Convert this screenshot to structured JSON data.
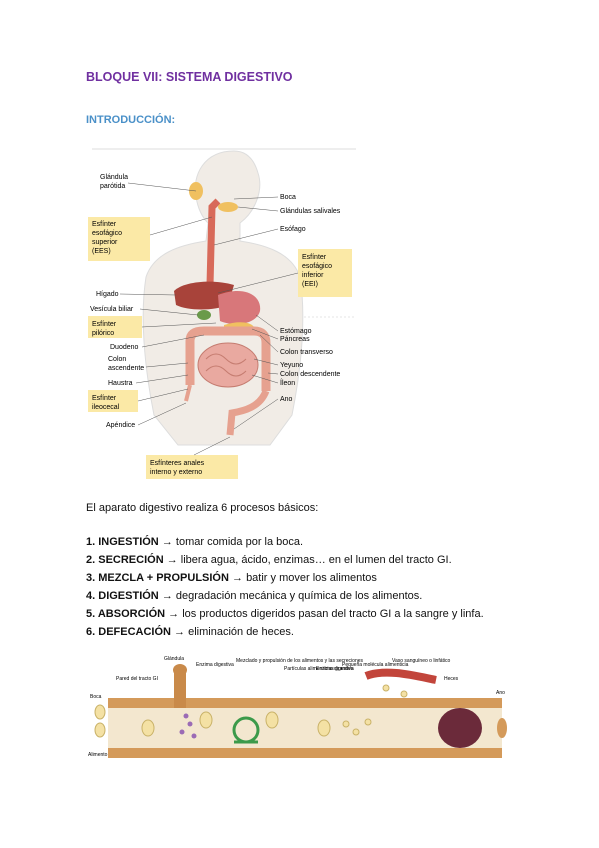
{
  "title": "BLOQUE VII: SISTEMA DIGESTIVO",
  "subtitle": "INTRODUCCIÓN:",
  "figure1": {
    "left_labels": [
      "Glándula parótida",
      "Esfínter esofágico superior (EES)",
      "Hígado",
      "Vesícula biliar",
      "Esfínter pilórico",
      "Duodeno",
      "Colon ascendente",
      "Haustra",
      "Esfínter ileocecal",
      "Apéndice"
    ],
    "right_labels": [
      "Boca",
      "Glándulas salivales",
      "Esófago",
      "Esfínter esofágico inferior (EEI)",
      "Estómago",
      "Páncreas",
      "Colon transverso",
      "Yeyuno",
      "Colon descendente",
      "Íleon",
      "Ano"
    ],
    "bottom_label": "Esfínteres anales interno y externo"
  },
  "intro_text": "El aparato digestivo realiza 6 procesos básicos:",
  "processes": [
    {
      "num": "1.",
      "name": "INGESTIÓN",
      "desc": "tomar comida por la boca."
    },
    {
      "num": "2.",
      "name": "SECRECIÓN",
      "desc": "libera agua, ácido, enzimas… en el lumen del tracto GI."
    },
    {
      "num": "3.",
      "name": "MEZCLA + PROPULSIÓN",
      "desc": "batir y mover los alimentos"
    },
    {
      "num": "4.",
      "name": "DIGESTIÓN",
      "desc": "degradación mecánica y química de los alimentos."
    },
    {
      "num": "5.",
      "name": "ABSORCIÓN",
      "desc": "los productos digeridos pasan del tracto GI a la sangre y linfa."
    },
    {
      "num": "6.",
      "name": "DEFECACIÓN",
      "desc": "eliminación de heces."
    }
  ],
  "arrow_symbol": "→",
  "figure2": {
    "labels": [
      "Glándula",
      "Enzima digestiva",
      "Mezclado y propulsión de los alimentos y las secreciones",
      "Partículas alimenticias grandes",
      "Enzima digestiva",
      "Pequeña molécula alimenticia",
      "Vaso sanguíneo o linfático",
      "Heces",
      "Pared del tracto GI",
      "Boca",
      "Alimento",
      "Ano"
    ]
  },
  "colors": {
    "title": "#7030a0",
    "subtitle": "#4a90c8",
    "label_box": "#fbe9a6"
  }
}
